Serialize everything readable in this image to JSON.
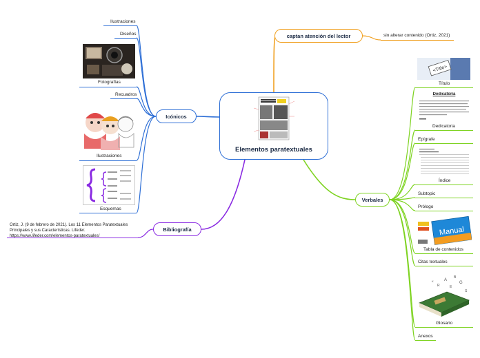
{
  "center": {
    "title": "Elementos paratextuales"
  },
  "branches": {
    "captan": {
      "label": "captan atención del lector",
      "color": "#f0a020",
      "children": [
        {
          "label": "sin alterar contenido (Ortiz, 2021)"
        }
      ]
    },
    "iconicos": {
      "label": "Icónicos",
      "color": "#2e6fd6",
      "children": [
        {
          "label": "Ilustraciones"
        },
        {
          "label": "Diseños"
        },
        {
          "label": "Fotografías"
        },
        {
          "label": "Recuadros"
        },
        {
          "label": "Ilustraciones"
        },
        {
          "label": "Esquemas"
        }
      ]
    },
    "bibliografia": {
      "label": "Bibliografía",
      "color": "#8a2be2",
      "reference": "Ortiz, J. (9 de febrero de 2021). Los 11 Elementos Paratextuales Principales y sus Características. Lifeder. https://www.lifeder.com/elementos-paratextuales/"
    },
    "verbales": {
      "label": "Verbales",
      "color": "#7ed321",
      "children": [
        {
          "label": "Título"
        },
        {
          "label": "Dedicatoria"
        },
        {
          "label": "Epígrafe"
        },
        {
          "label": "Índice"
        },
        {
          "label": "Subtopic"
        },
        {
          "label": "Prólogo"
        },
        {
          "label": "Tabla de contenidos"
        },
        {
          "label": "Citas textuales"
        },
        {
          "label": "Glosario"
        },
        {
          "label": "Anexos"
        }
      ]
    }
  },
  "images": {
    "titulo_text": "<Title>",
    "dedicatoria_heading": "Dedicatoria",
    "manual_text": "Manual"
  }
}
